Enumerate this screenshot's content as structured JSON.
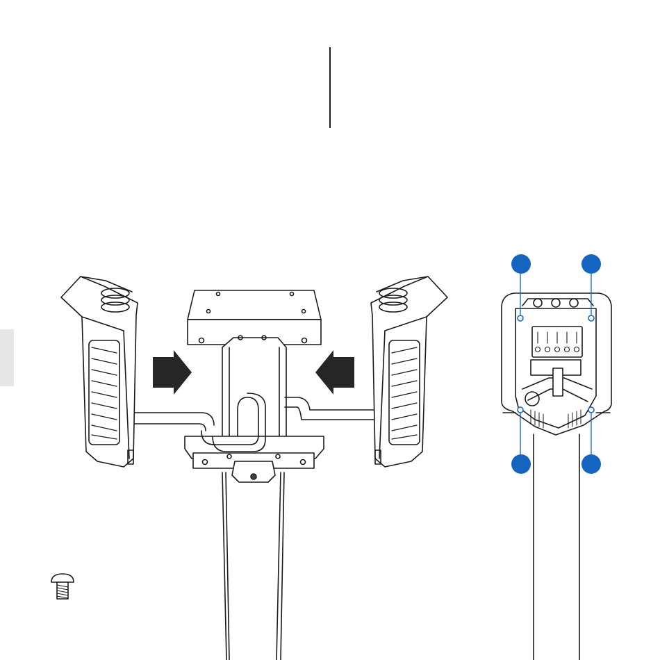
{
  "page": {
    "side_tab": "",
    "divider": ""
  },
  "diagram": {
    "arrows": [
      {
        "name": "arrow-right",
        "direction": "right"
      },
      {
        "name": "arrow-left",
        "direction": "left"
      }
    ],
    "callouts": [
      {
        "name": "callout-top-left",
        "color": "#1565c0"
      },
      {
        "name": "callout-top-right",
        "color": "#1565c0"
      },
      {
        "name": "callout-bottom-left",
        "color": "#1565c0"
      },
      {
        "name": "callout-bottom-right",
        "color": "#1565c0"
      }
    ],
    "parts": [
      "left-light-head",
      "right-light-head",
      "center-mount-bracket",
      "pole",
      "rear-view-housing",
      "screw-icon"
    ]
  }
}
